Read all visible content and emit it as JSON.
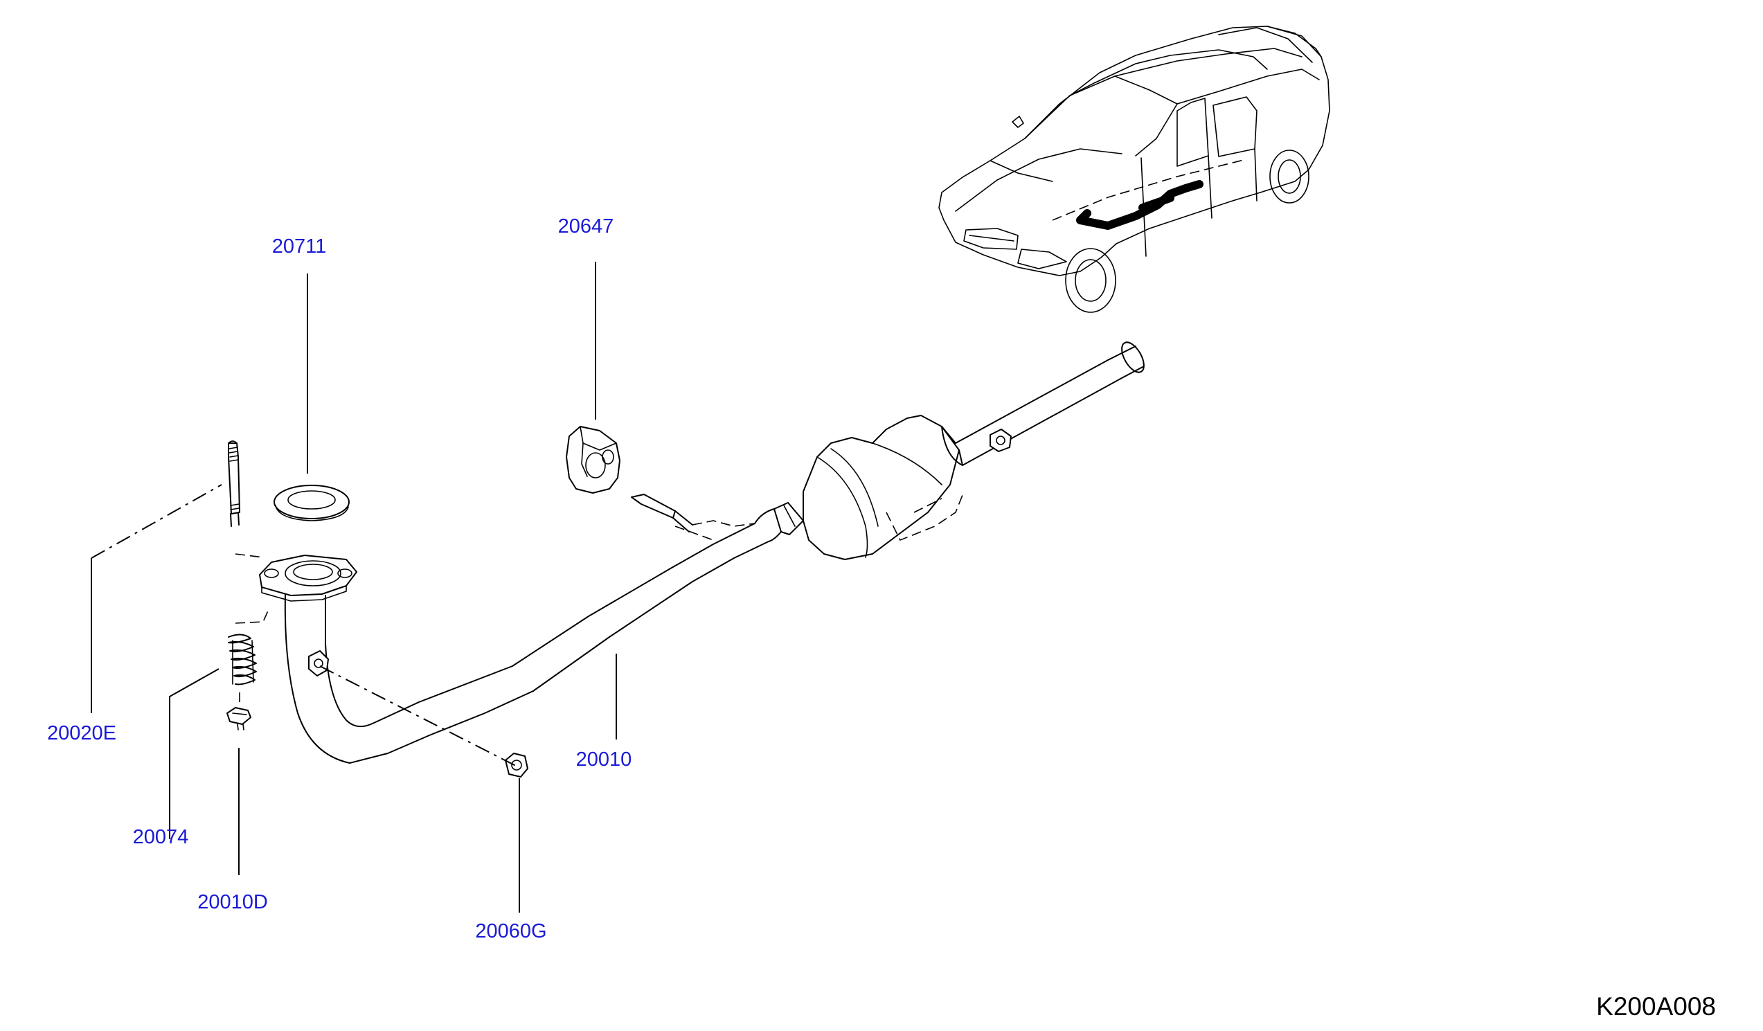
{
  "diagram": {
    "callouts": {
      "c20711": "20711",
      "c20647": "20647",
      "c20020E": "20020E",
      "c20010": "20010",
      "c20074": "20074",
      "c20010D": "20010D",
      "c20060G": "20060G"
    },
    "figure_code": "K200A008",
    "colors": {
      "callout_text": "#1a1ad6",
      "line_art": "#000000",
      "background": "#ffffff"
    }
  }
}
